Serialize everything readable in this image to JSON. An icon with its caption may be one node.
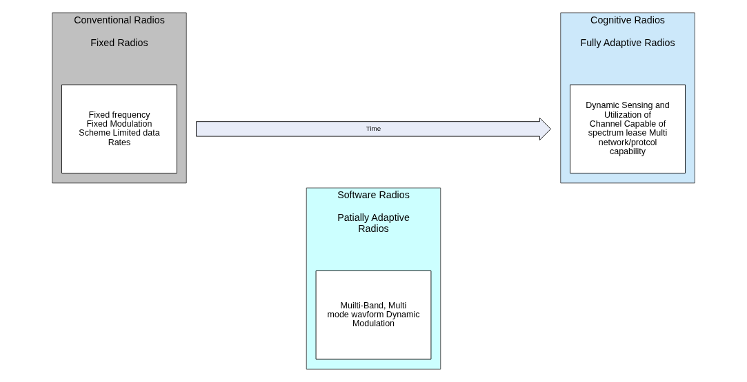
{
  "diagram": {
    "nodes": [
      {
        "text": [
          "Conventional Radios",
          "Fixed Radios"
        ]
      },
      {
        "text": [
          "Fixed frequency Fixed Modulation Scheme Limited data Rates"
        ],
        "in": 0
      },
      {
        "text": [
          "Software Radios",
          "Patially Adaptive Radios"
        ]
      },
      {
        "text": [
          "Muilti-Band, Multi mode wavform Dynamic Modulation"
        ],
        "in": 2
      },
      {
        "text": [
          "Cognitive Radios",
          "Fully Adaptive Radios"
        ]
      },
      {
        "text": [
          "Dynamic Sensing and Utilization of Channel Capable of spectrum lease Multi network/protcol capability"
        ],
        "in": 4
      },
      {
        "text": [
          "Time"
        ]
      }
    ],
    "edges": []
  }
}
